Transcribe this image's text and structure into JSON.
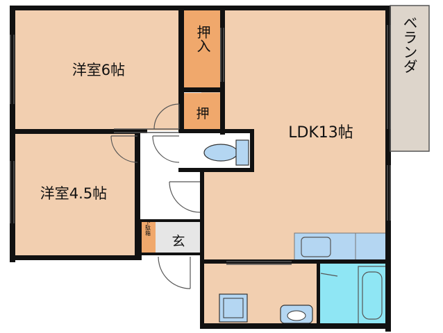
{
  "rooms": {
    "western_6": "洋室6帖",
    "western_45": "洋室4.5帖",
    "ldk": "LDK13帖",
    "closet_top": "押入",
    "closet_small": "押",
    "entrance": "玄",
    "shoe_box": "下駄箱",
    "balcony": "ベランダ"
  },
  "colors": {
    "room": "#f2cfb0",
    "closet": "#f0a86c",
    "balcony": "#ddd5cb",
    "floor_plain": "#ffffff",
    "entrance_floor": "#e6e6e6",
    "kitchen": "#b4d6f2",
    "bath": "#8fe6f4",
    "wall": "#111111"
  }
}
